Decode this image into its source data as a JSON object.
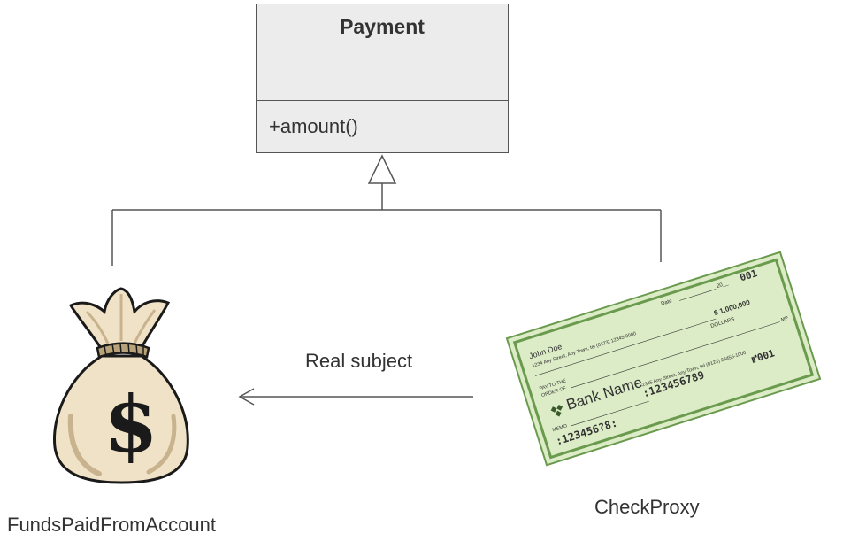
{
  "class_box": {
    "name": "Payment",
    "attributes": "",
    "operation": "+amount()"
  },
  "labels": {
    "real_subject": "Real subject",
    "funds": "FundsPaidFromAccount",
    "proxy": "CheckProxy"
  },
  "moneybag": {
    "symbol": "$"
  },
  "check": {
    "payer_name": "John Doe",
    "payer_address": "1234 Any Street, Any Town, tel (0123) 12345-0000",
    "date_label": "Date",
    "date_suffix": "20__",
    "check_number": "001",
    "amount": "$ 1,000,000",
    "dollars_label": "DOLLARS",
    "pay_to_label": "PAY TO THE",
    "order_of_label": "ORDER OF",
    "mp_label": "MP",
    "bank_name": "Bank Name",
    "bank_address": "2345 Any Street, Any Town, tel (0123) 23456-1000",
    "memo_label": "MEMO",
    "routing": ":123456?8:",
    "account": ":123456789",
    "check_number_micr": "⑈001"
  },
  "colors": {
    "box_fill": "#ececec",
    "line": "#555555",
    "check_fill": "#dcecc6",
    "check_border": "#6a9a4e",
    "bag_fill": "#f0e2c6"
  }
}
